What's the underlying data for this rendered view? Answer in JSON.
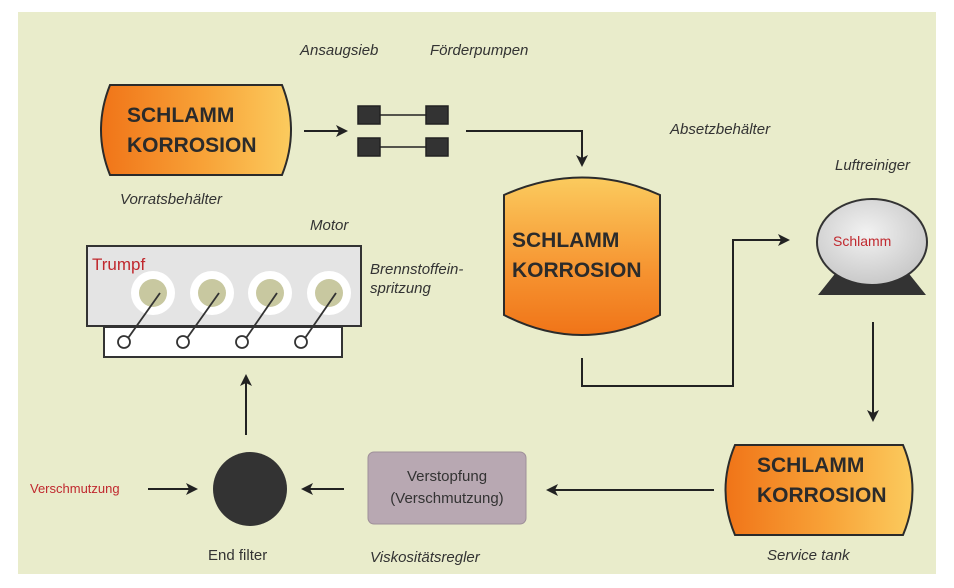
{
  "labels": {
    "ansaugsieb": "Ansaugsieb",
    "foerderpumpen": "Förderpumpen",
    "absetzbehaelter": "Absetzbehälter",
    "luftreiniger": "Luftreiniger",
    "vorratsbehaelter": "Vorratsbehälter",
    "motor": "Motor",
    "brennstoff_line1": "Brennstoffein-",
    "brennstoff_line2": "spritzung",
    "trumpf": "Trumpf",
    "verschmutzung_input": "Verschmutzung",
    "end_filter": "End filter",
    "viskositaetsregler": "Viskositätsregler",
    "service_tank": "Service tank"
  },
  "tanks": {
    "storage": {
      "line1": "SCHLAMM",
      "line2": "KORROSION"
    },
    "settling": {
      "line1": "SCHLAMM",
      "line2": "KORROSION"
    },
    "service": {
      "line1": "SCHLAMM",
      "line2": "KORROSION"
    }
  },
  "air_cleaner": {
    "label": "Schlamm"
  },
  "viscosity_box": {
    "line1": "Verstopfung",
    "line2": "(Verschmutzung)"
  },
  "colors": {
    "background": "#e9eccb",
    "tank_orange_dark": "#f07a1a",
    "tank_orange_light": "#fbc55a",
    "box_fill": "#b8a8b2",
    "dark": "#333333",
    "accent_red": "#c0282e"
  }
}
